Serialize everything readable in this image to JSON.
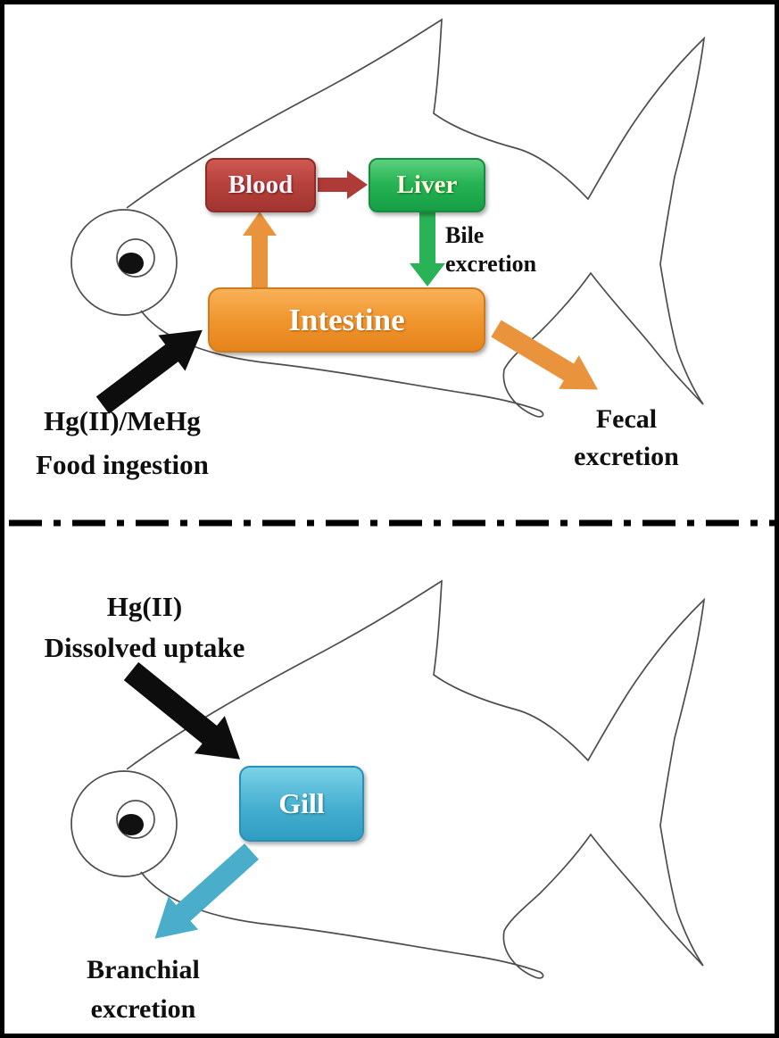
{
  "palette": {
    "background": "#ffffff",
    "frame": "#000000",
    "fish_outline": "#4d4d4d",
    "eye_black": "#111111",
    "blood_red": "#b8423d",
    "liver_green": "#27b456",
    "intestine_orange": "#f0962e",
    "gill_teal": "#46afd0",
    "arrow_red": "#ae3b38",
    "arrow_green": "#2ab356",
    "arrow_orange": "#e9933c",
    "arrow_teal": "#4aaecb",
    "arrow_black": "#0d0d0d",
    "label_text": "#0f0f0f"
  },
  "top_panel": {
    "boxes": {
      "blood": "Blood",
      "liver": "Liver",
      "intestine": "Intestine"
    },
    "labels": {
      "bile": {
        "line1": "Bile",
        "line2": "excretion"
      },
      "fecal": {
        "line1": "Fecal",
        "line2": "excretion"
      },
      "food": {
        "line1": "Hg(II)/MeHg",
        "line2": "Food ingestion"
      }
    }
  },
  "bottom_panel": {
    "boxes": {
      "gill": "Gill"
    },
    "labels": {
      "dissolved": {
        "line1": "Hg(II)",
        "line2": "Dissolved uptake"
      },
      "branchial": {
        "line1": "Branchial",
        "line2": "excretion"
      }
    }
  }
}
